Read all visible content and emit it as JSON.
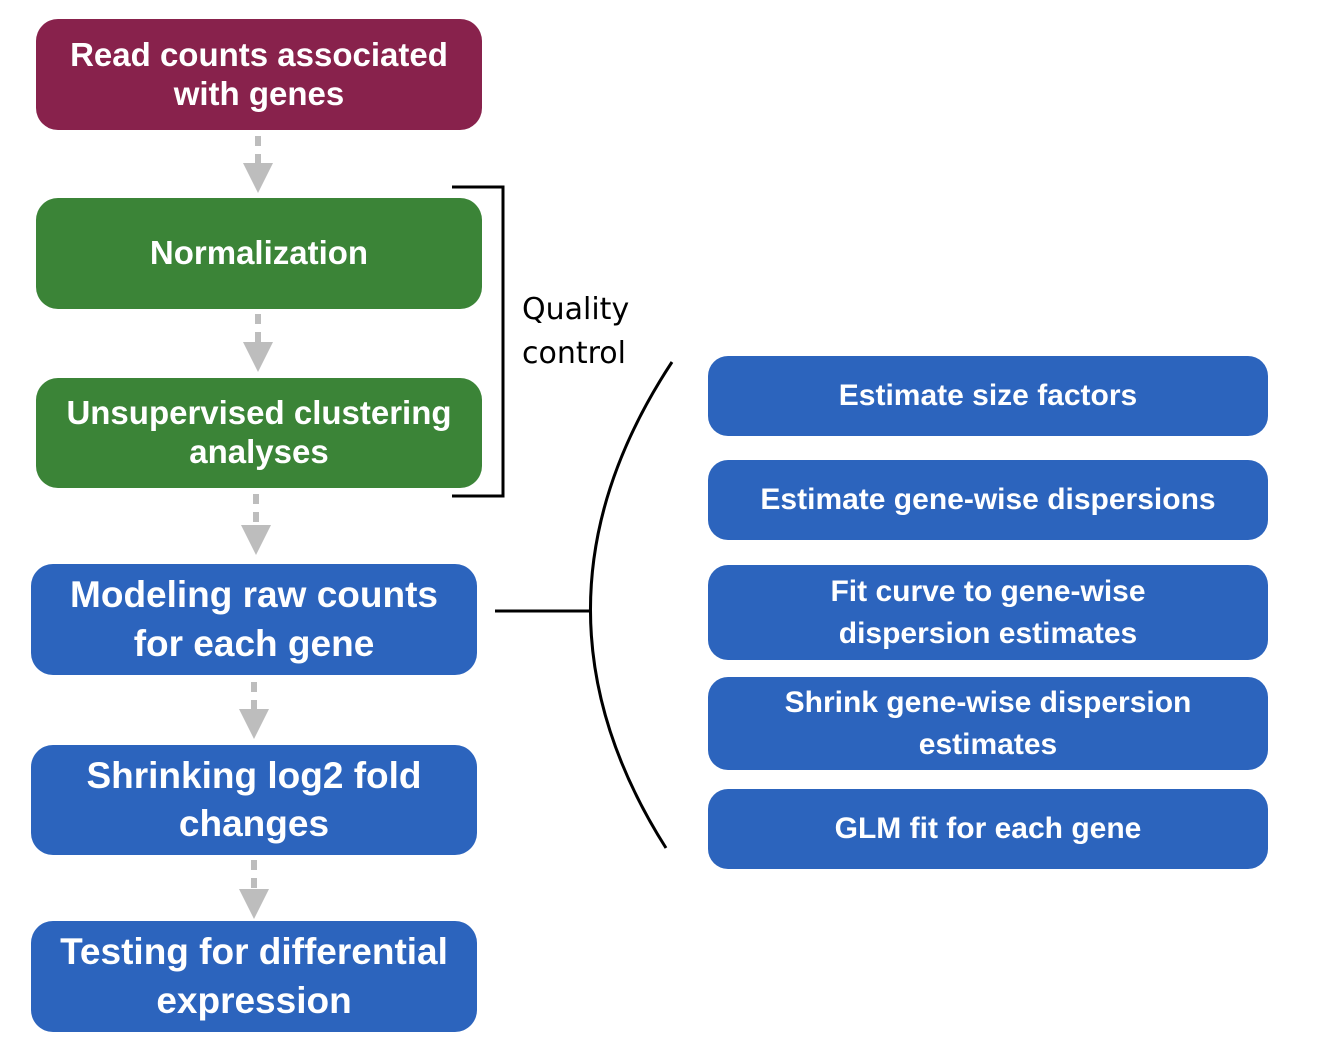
{
  "colors": {
    "start": "#88224c",
    "qc": "#3b8437",
    "model": "#2c64bd",
    "arrow": "#bdbdbd",
    "line": "#000000"
  },
  "workflow_steps": [
    {
      "id": "read-counts",
      "label": "Read counts associated\nwith genes",
      "category": "input"
    },
    {
      "id": "normalization",
      "label": "Normalization",
      "category": "quality-control"
    },
    {
      "id": "clustering",
      "label": "Unsupervised clustering\nanalyses",
      "category": "quality-control"
    },
    {
      "id": "modeling",
      "label": "Modeling raw counts\nfor each gene",
      "category": "deseq2"
    },
    {
      "id": "shrinking",
      "label": "Shrinking log2 fold\nchanges",
      "category": "deseq2"
    },
    {
      "id": "testing",
      "label": "Testing for differential\nexpression",
      "category": "deseq2"
    }
  ],
  "quality_control_label": "Quality\ncontrol",
  "modeling_substeps": [
    {
      "id": "size-factors",
      "label": "Estimate size factors"
    },
    {
      "id": "gene-dispersions",
      "label": "Estimate gene-wise dispersions"
    },
    {
      "id": "fit-curve",
      "label": "Fit curve to gene-wise\ndispersion estimates"
    },
    {
      "id": "shrink-dispersion",
      "label": "Shrink gene-wise dispersion\nestimates"
    },
    {
      "id": "glm-fit",
      "label": "GLM fit for each gene"
    }
  ]
}
